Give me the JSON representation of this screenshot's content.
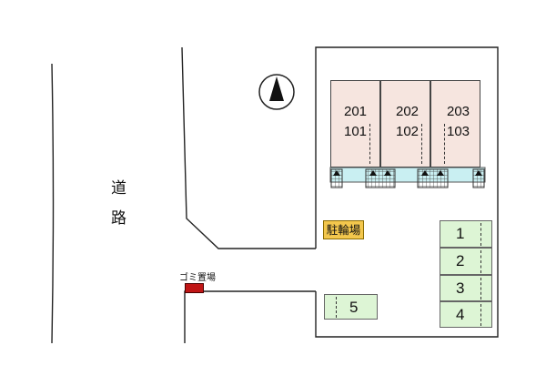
{
  "road": {
    "char1": "道",
    "char2": "路"
  },
  "units": [
    {
      "upper": "201",
      "lower": "101"
    },
    {
      "upper": "202",
      "lower": "102"
    },
    {
      "upper": "203",
      "lower": "103"
    }
  ],
  "bicycle_parking": "駐輪場",
  "trash_area": "ゴミ置場",
  "parking_spaces": [
    "1",
    "2",
    "3",
    "4",
    "5"
  ],
  "north_icon": "north-arrow-icon",
  "colors": {
    "building": "#f6e5df",
    "balcony": "#c9eff2",
    "parking": "#ddf5d5",
    "bicycle": "#f3c74d",
    "trash": "#c01616"
  }
}
